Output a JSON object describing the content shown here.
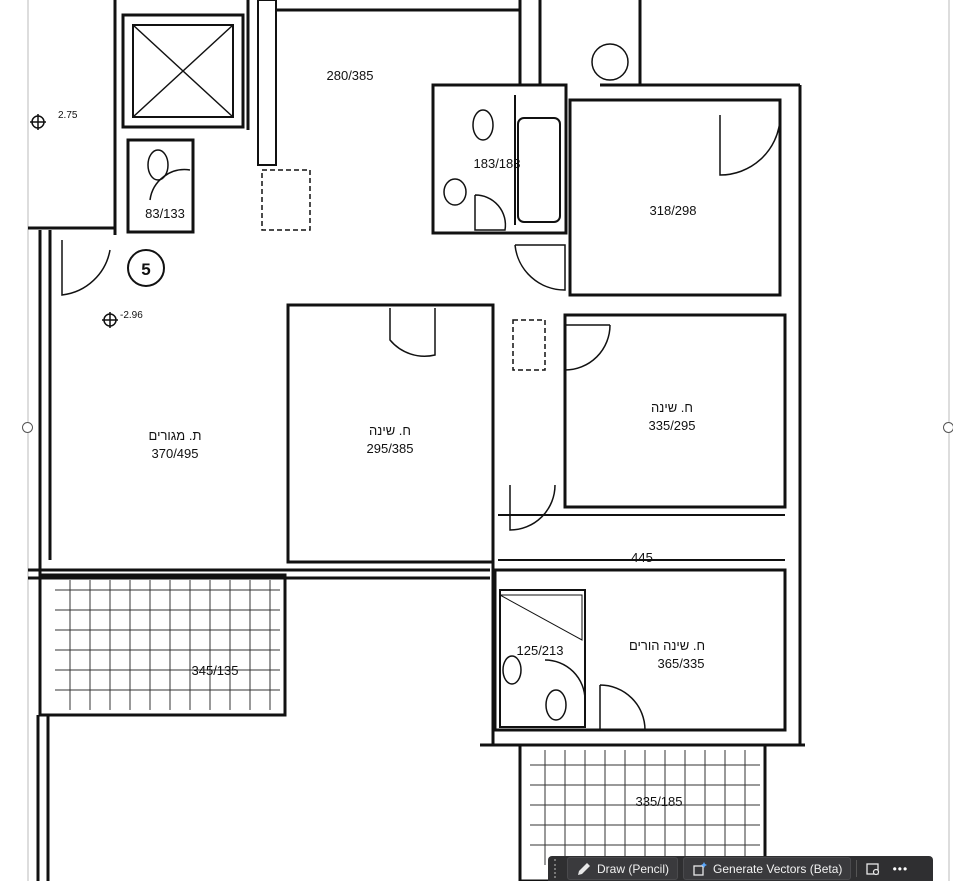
{
  "toolbar": {
    "draw_label": "Draw (Pencil)",
    "vectors_label": "Generate Vectors (Beta)",
    "more_label": "•••"
  },
  "plan": {
    "elev_1": "2.75",
    "elev_2": "-2.96",
    "circle_num": "5",
    "kitchen_dim": "280/385",
    "bath1_dim": "183/183",
    "wc_dim": "83/133",
    "storage_dim": "318/298",
    "living_label": "ת. מגורים",
    "living_dim": "370/495",
    "bed1_label": "ח. שינה",
    "bed1_dim": "295/385",
    "bed2_label": "ח. שינה",
    "bed2_dim": "335/295",
    "span_dim": "445",
    "master_label": "ח. שינה הורים",
    "master_dim": "365/335",
    "ensuite_dim": "125/213",
    "balcony1_dim": "345/135",
    "balcony2_dim": "335/185"
  }
}
